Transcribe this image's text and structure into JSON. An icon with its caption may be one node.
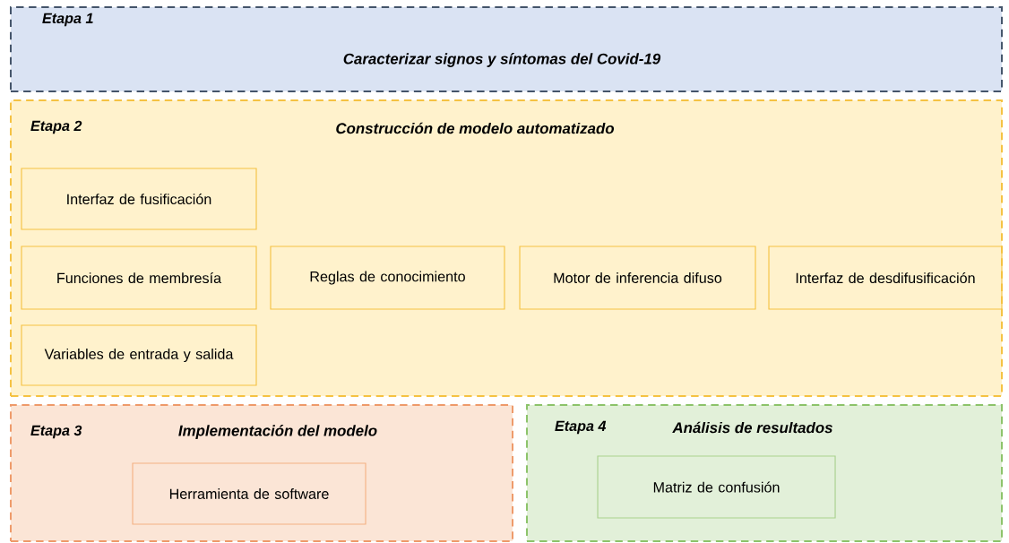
{
  "diagram": {
    "nodes": [
      {
        "text": [
          "Etapa 1",
          "Caracterizar signos y síntomas del Covid-19"
        ]
      },
      {
        "text": [
          "Etapa 2",
          "Construcción de modelo automatizado"
        ]
      },
      {
        "text": [
          "Interfaz de fusificación"
        ],
        "in": 1
      },
      {
        "text": [
          "Funciones de membresía"
        ],
        "in": 1
      },
      {
        "text": [
          "Reglas de conocimiento"
        ],
        "in": 1
      },
      {
        "text": [
          "Motor de inferencia difuso"
        ],
        "in": 1
      },
      {
        "text": [
          "Interfaz de desdifusificación"
        ],
        "in": 1
      },
      {
        "text": [
          "Variables de entrada y salida"
        ],
        "in": 1
      },
      {
        "text": [
          "Etapa 3",
          "Implementación del modelo"
        ]
      },
      {
        "text": [
          "Herramienta de software"
        ],
        "in": 8
      },
      {
        "text": [
          "Etapa 4",
          "Análisis de resultados"
        ]
      },
      {
        "text": [
          "Matriz de confusión"
        ],
        "in": 10
      }
    ]
  }
}
